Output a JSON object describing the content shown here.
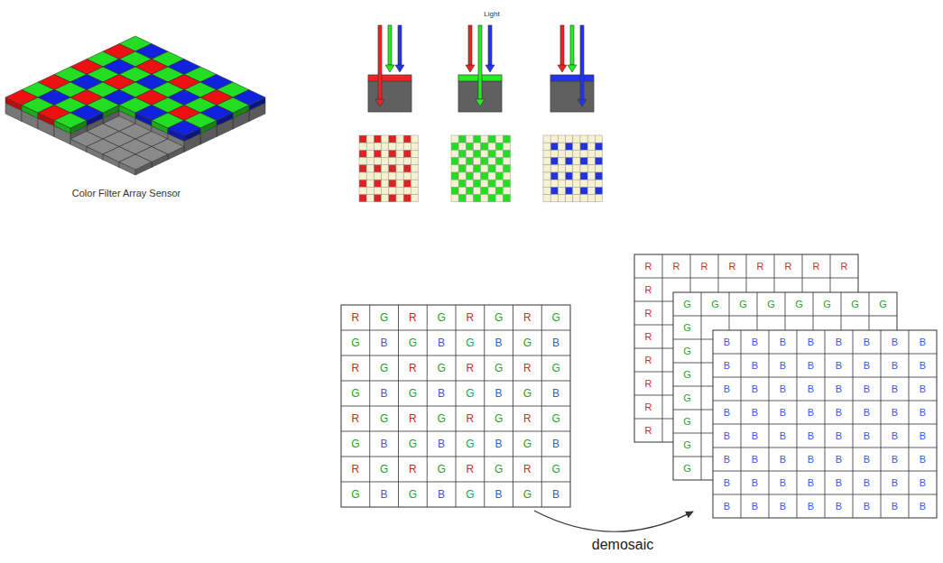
{
  "diagram": {
    "labels": [
      "Light",
      "Color Filter Array Sensor",
      "R",
      "G",
      "R",
      "G",
      "R",
      "G",
      "R",
      "G",
      "G",
      "B",
      "G",
      "B",
      "G",
      "B",
      "G",
      "B",
      "R",
      "G",
      "R",
      "G",
      "R",
      "G",
      "R",
      "G",
      "G",
      "B",
      "G",
      "B",
      "G",
      "B",
      "G",
      "B",
      "R",
      "G",
      "R",
      "G",
      "R",
      "G",
      "R",
      "G",
      "G",
      "B",
      "G",
      "B",
      "G",
      "B",
      "G",
      "B",
      "R",
      "G",
      "R",
      "G",
      "R",
      "G",
      "R",
      "G",
      "G",
      "B",
      "G",
      "B",
      "G",
      "B",
      "G",
      "B",
      "R",
      "R",
      "R",
      "R",
      "R",
      "R",
      "R",
      "R",
      "R",
      "R",
      "R",
      "R",
      "R",
      "R",
      "R",
      "G",
      "G",
      "G",
      "G",
      "G",
      "G",
      "G",
      "G",
      "G",
      "G",
      "G",
      "G",
      "G",
      "G",
      "G",
      "B",
      "B",
      "B",
      "B",
      "B",
      "B",
      "B",
      "B",
      "B",
      "B",
      "B",
      "B",
      "B",
      "B",
      "B",
      "B",
      "B",
      "B",
      "B",
      "B",
      "B",
      "B",
      "B",
      "B",
      "B",
      "B",
      "B",
      "B",
      "B",
      "B",
      "B",
      "B",
      "B",
      "B",
      "B",
      "B",
      "B",
      "B",
      "B",
      "B",
      "B",
      "B",
      "B",
      "B",
      "B",
      "B",
      "B",
      "B",
      "B",
      "B",
      "B",
      "B",
      "B",
      "B",
      "B",
      "B",
      "B",
      "B",
      "B",
      "B",
      "B",
      "B",
      "B",
      "B",
      "demosaic"
    ]
  }
}
